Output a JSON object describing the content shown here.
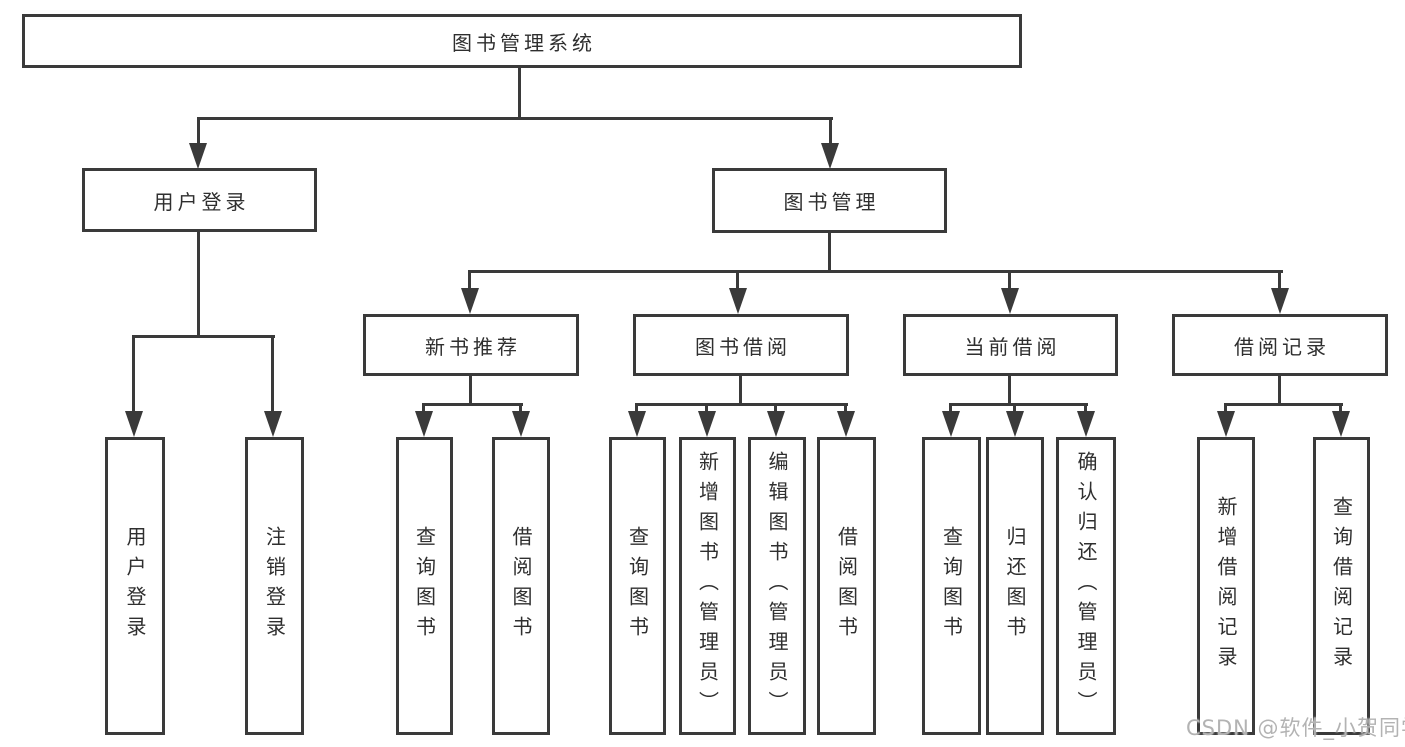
{
  "colors": {
    "line": "#3a3a3a",
    "box_border": "#3a3a3a",
    "box_fill": "#ffffff",
    "text": "#2f2f2f",
    "background": "#ffffff",
    "watermark": "#b3b3b3"
  },
  "watermark": {
    "text": "CSDN @软件_小贺同学"
  },
  "tree": {
    "root": {
      "label": "图书管理系统",
      "children": [
        {
          "label": "用户登录",
          "children": [
            {
              "label": "用户登录"
            },
            {
              "label": "注销登录"
            }
          ]
        },
        {
          "label": "图书管理",
          "children": [
            {
              "label": "新书推荐",
              "children": [
                {
                  "label": "查询图书"
                },
                {
                  "label": "借阅图书"
                }
              ]
            },
            {
              "label": "图书借阅",
              "children": [
                {
                  "label": "查询图书"
                },
                {
                  "label": "新增图书（管理员）"
                },
                {
                  "label": "编辑图书（管理员）"
                },
                {
                  "label": "借阅图书"
                }
              ]
            },
            {
              "label": "当前借阅",
              "children": [
                {
                  "label": "查询图书"
                },
                {
                  "label": "归还图书"
                },
                {
                  "label": "确认归还（管理员）"
                }
              ]
            },
            {
              "label": "借阅记录",
              "children": [
                {
                  "label": "新增借阅记录"
                },
                {
                  "label": "查询借阅记录"
                }
              ]
            }
          ]
        }
      ]
    }
  }
}
